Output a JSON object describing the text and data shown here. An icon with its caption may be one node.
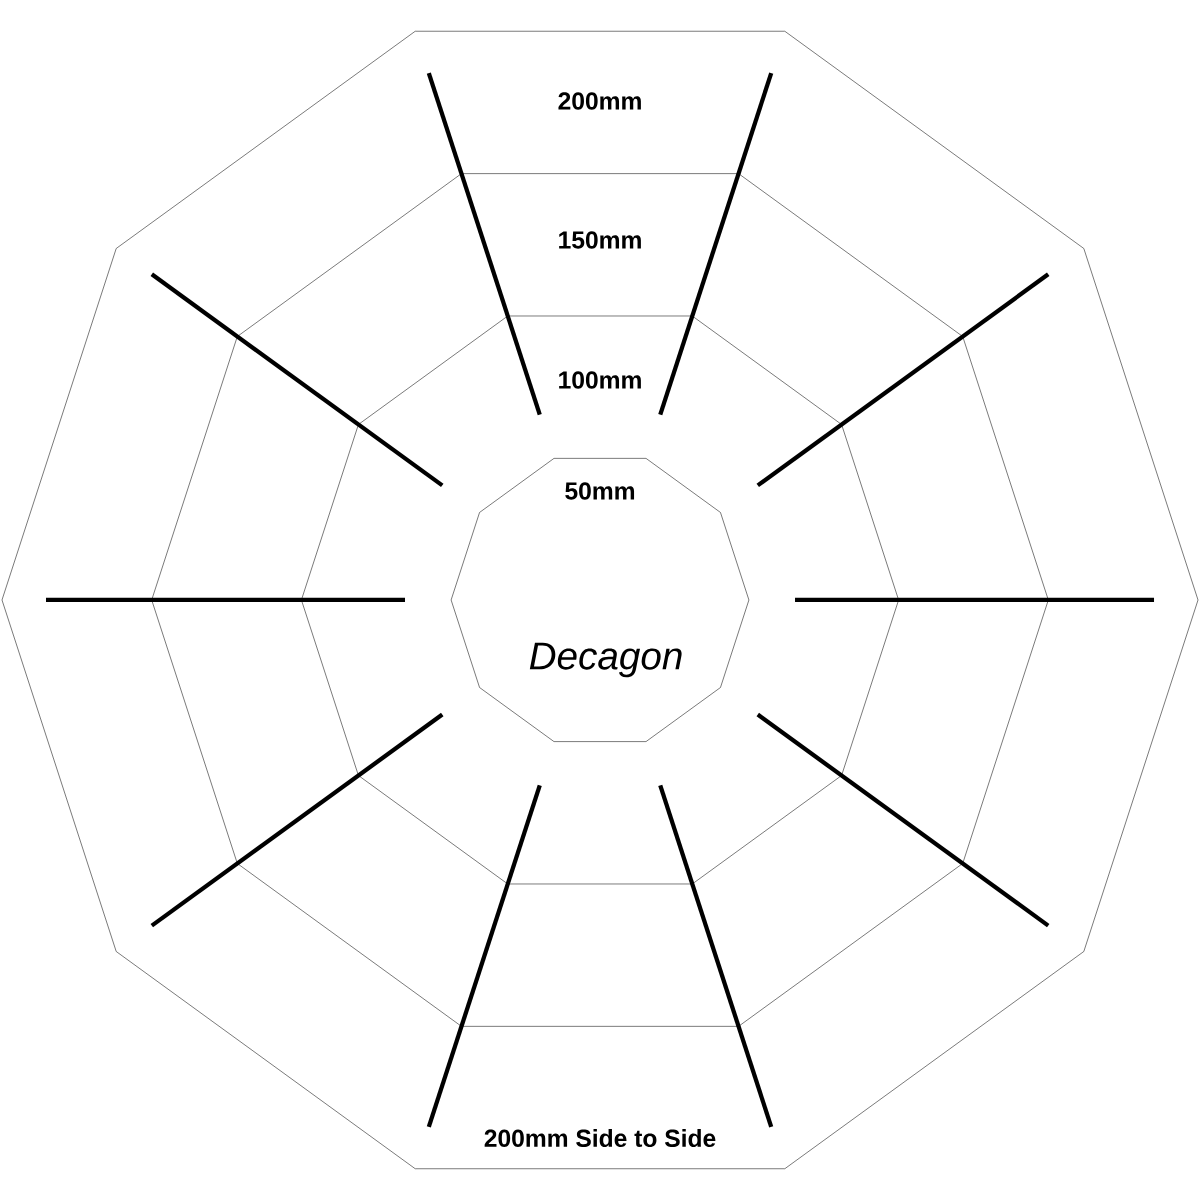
{
  "diagram": {
    "nodes": [
      {
        "text": [
          "200mm",
          "200mm Side to Side"
        ]
      },
      {
        "text": [
          "150mm"
        ],
        "in": 0
      },
      {
        "text": [
          "100mm"
        ],
        "in": 1
      },
      {
        "text": [
          "50mm",
          "Decagon"
        ],
        "in": 2
      }
    ]
  }
}
